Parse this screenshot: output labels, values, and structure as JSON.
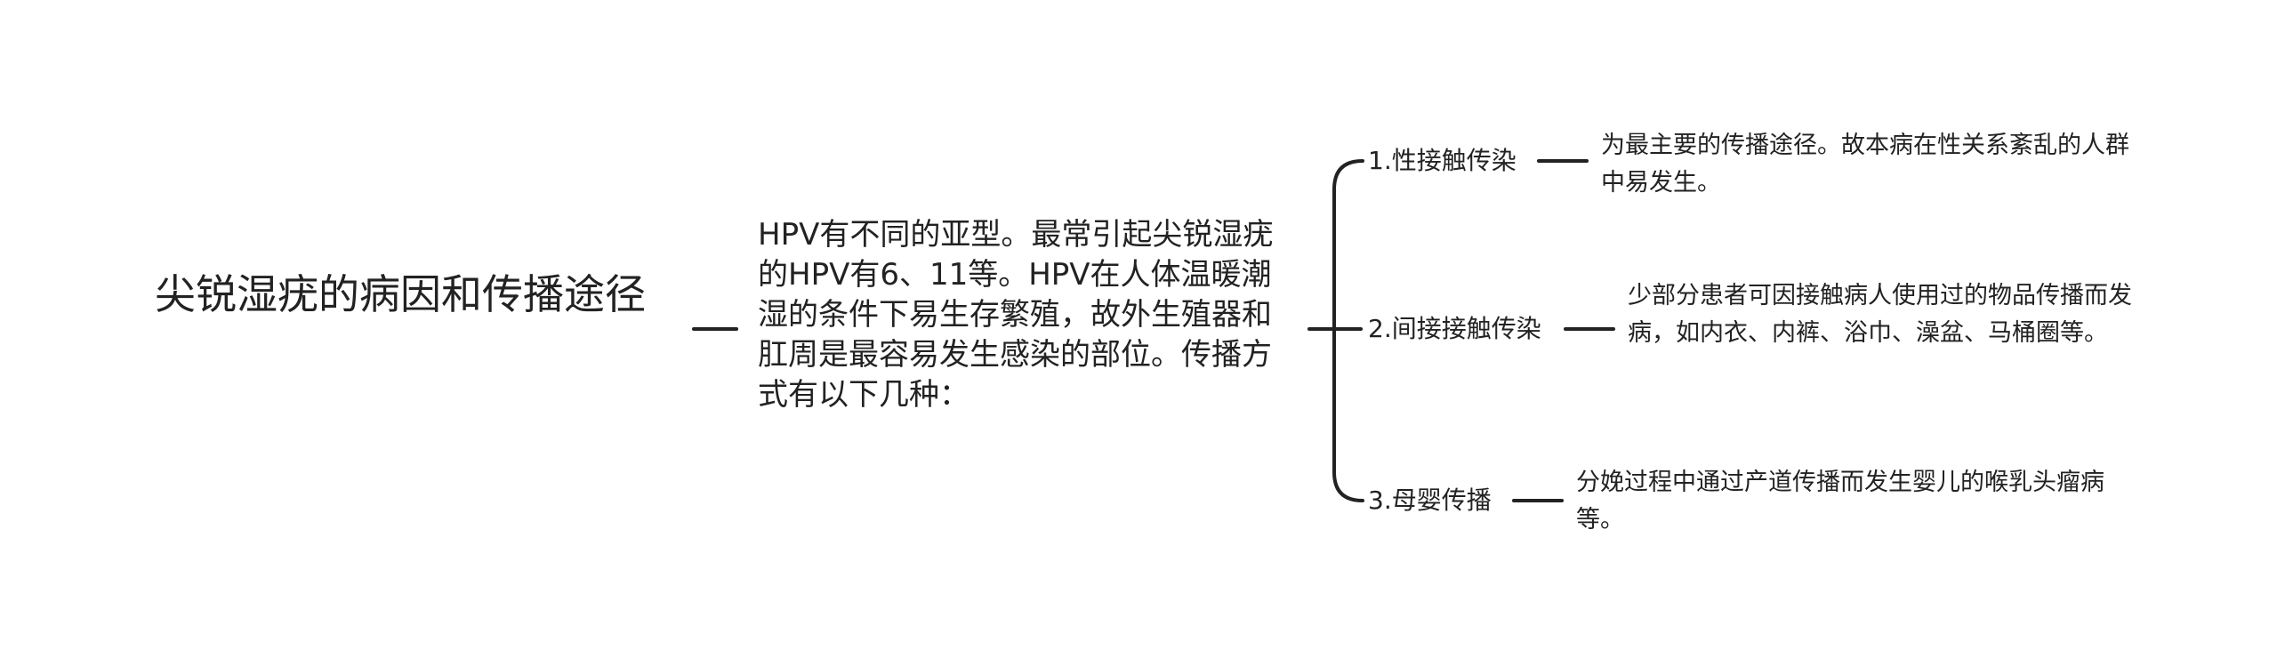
{
  "root": {
    "title": "尖锐湿疣的病因和传播途径"
  },
  "description": {
    "text": "HPV有不同的亚型。最常引起尖锐湿疣的HPV有6、11等。HPV在人体温暖潮湿的条件下易生存繁殖，故外生殖器和肛周是最容易发生感染的部位。传播方式有以下几种："
  },
  "branches": [
    {
      "label": "1.性接触传染",
      "detail": "为最主要的传播途径。故本病在性关系紊乱的人群中易发生。"
    },
    {
      "label": "2.间接接触传染",
      "detail": "少部分患者可因接触病人使用过的物品传播而发病，如内衣、内裤、浴巾、澡盆、马桶圈等。"
    },
    {
      "label": "3.母婴传播",
      "detail": "分娩过程中通过产道传播而发生婴儿的喉乳头瘤病等。"
    }
  ],
  "colors": {
    "line": "#222222",
    "text": "#222222",
    "background": "#ffffff"
  }
}
